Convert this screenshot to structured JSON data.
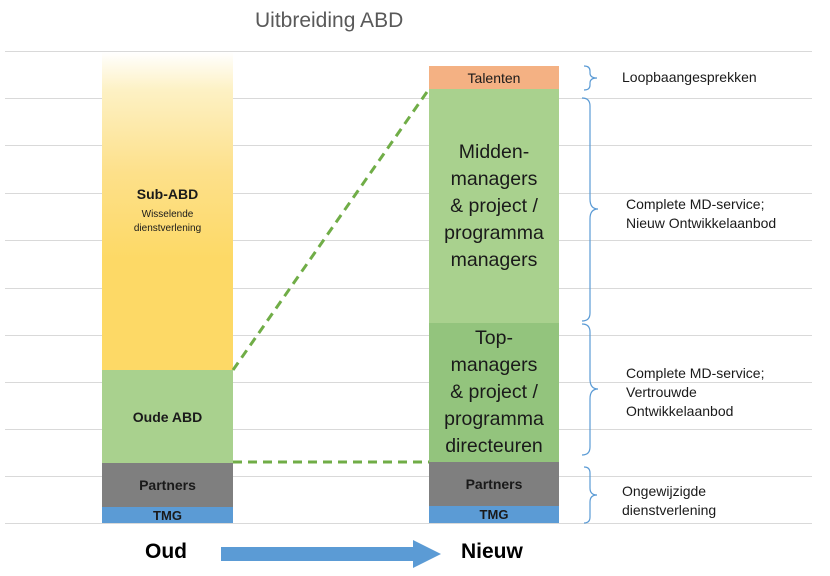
{
  "title": "Uitbreiding ABD",
  "left_column": {
    "sub_abd_title": "Sub-ABD",
    "sub_abd_subtitle": "Wisselende\ndienstverlening",
    "oude_abd": "Oude ABD",
    "partners": "Partners",
    "tmg": "TMG"
  },
  "right_column": {
    "talenten": "Talenten",
    "midden": "Midden-\nmanagers\n& project /\nprogramma\nmanagers",
    "top": "Top-\nmanagers\n& project /\nprogramma\ndirecteuren",
    "partners": "Partners",
    "tmg": "TMG"
  },
  "annotations": {
    "loopbaan": "Loopbaangesprekken",
    "md_nieuw": "Complete MD-service;\nNieuw Ontwikkelaanbod",
    "md_vertrouwd": "Complete MD-service;\nVertrouwde\nOntwikkelaanbod",
    "ongewijzigd": "Ongewijzigde\ndienstverlening"
  },
  "footer": {
    "oud": "Oud",
    "nieuw": "Nieuw"
  },
  "colors": {
    "yellow": "#fdd966",
    "light_green": "#a9d18e",
    "mid_green": "#93c47d",
    "gray": "#7f7f7f",
    "blue": "#5b9bd5",
    "orange": "#f4b183",
    "dashed_green": "#70ad47",
    "brace": "#5b9bd5"
  }
}
